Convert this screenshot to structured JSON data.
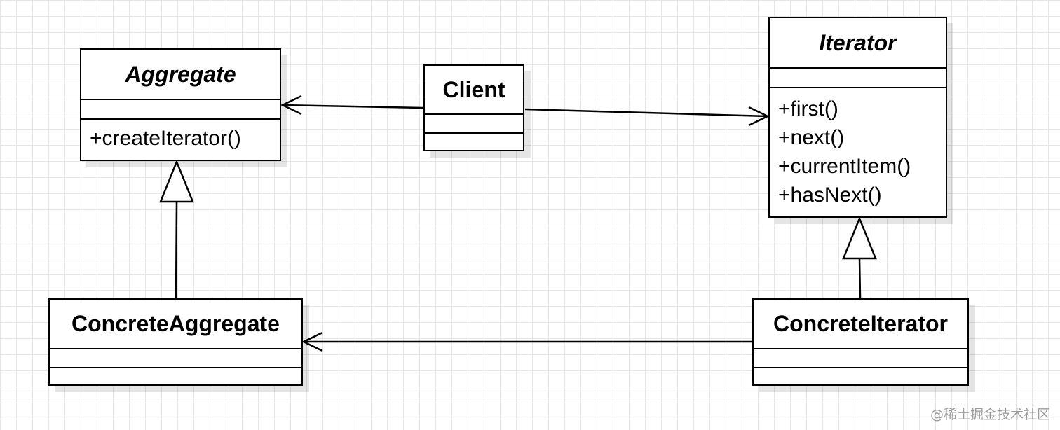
{
  "diagram": {
    "classes": {
      "aggregate": {
        "name": "Aggregate",
        "operations": [
          "+createIterator()"
        ]
      },
      "client": {
        "name": "Client"
      },
      "iterator": {
        "name": "Iterator",
        "operations": [
          "+first()",
          "+next()",
          "+currentItem()",
          "+hasNext()"
        ]
      },
      "concrete_aggregate": {
        "name": "ConcreteAggregate"
      },
      "concrete_iterator": {
        "name": "ConcreteIterator"
      }
    }
  },
  "watermark": "@稀土掘金技术社区"
}
